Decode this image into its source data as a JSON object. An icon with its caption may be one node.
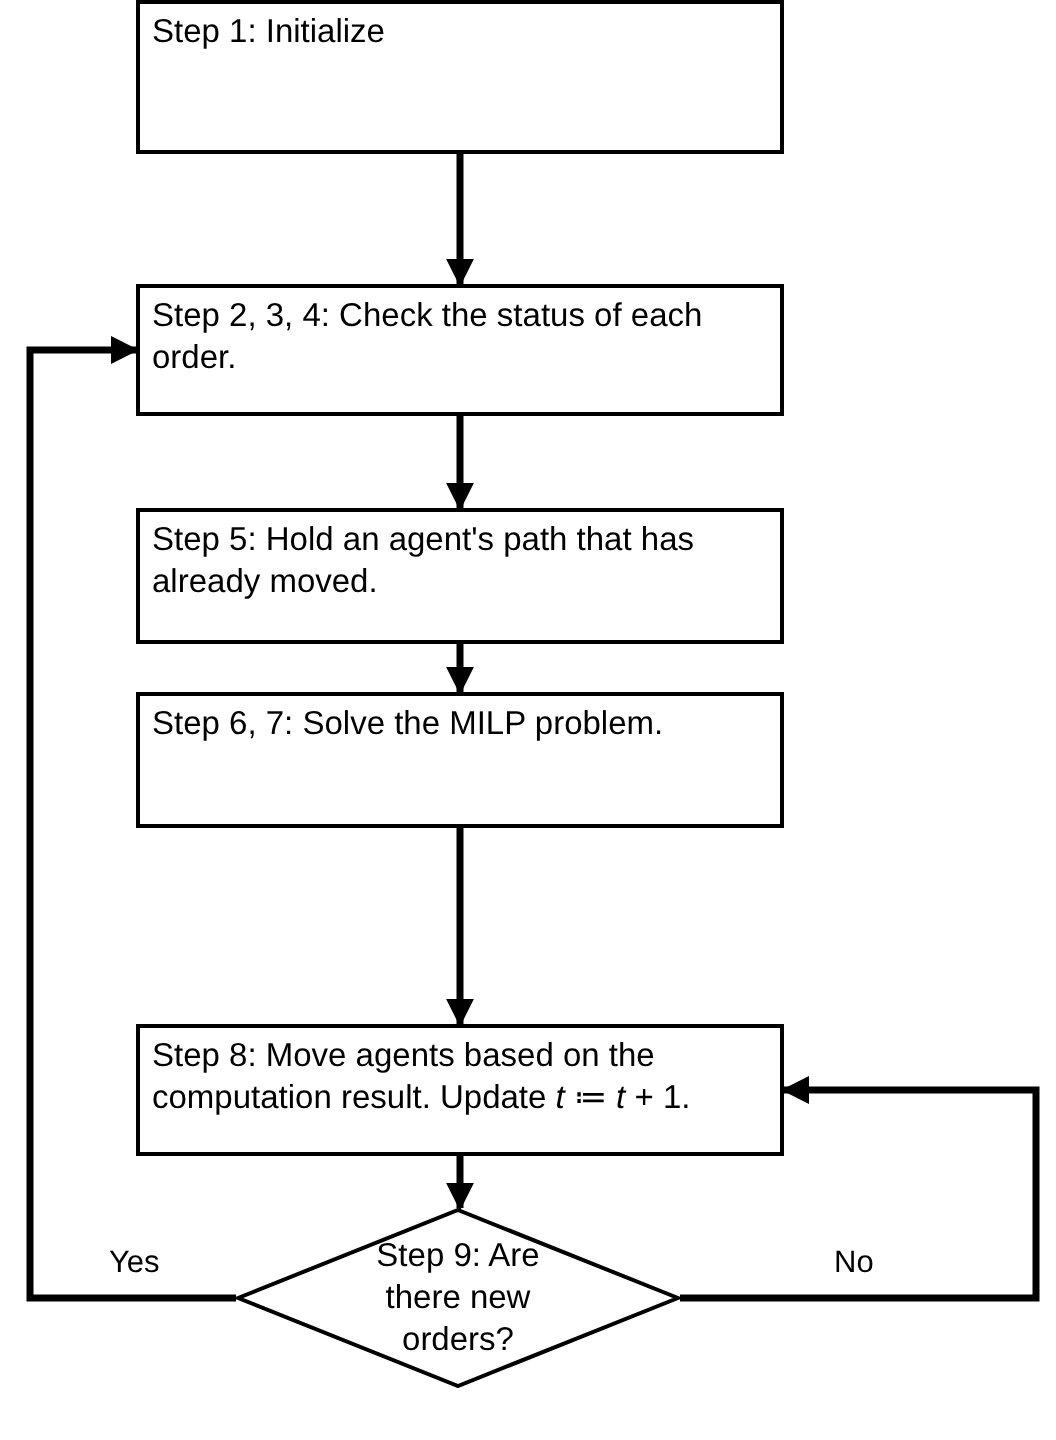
{
  "diagram": {
    "nodes": [
      {
        "text": [
          "Step 1: Initialize"
        ]
      },
      {
        "text": [
          "Step 2, 3, 4: Check the status of each order."
        ]
      },
      {
        "text": [
          "Step 5: Hold an agent's path that has already moved."
        ]
      },
      {
        "text": [
          "Step 6, 7: Solve the MILP problem."
        ]
      },
      {
        "text": [
          "Step 8: Move agents based on the computation result. Update *t* ≔ *t* + 1."
        ]
      },
      {
        "text": [
          "Step 9: Are there new orders?"
        ]
      }
    ],
    "edges": [
      {
        "from": 0,
        "to": 1,
        "arrow": "to"
      },
      {
        "from": 1,
        "to": 2,
        "arrow": "to"
      },
      {
        "from": 2,
        "to": 3,
        "arrow": "to"
      },
      {
        "from": 3,
        "to": 4,
        "arrow": "to"
      },
      {
        "from": 4,
        "to": 5,
        "arrow": "to"
      },
      {
        "from": 5,
        "to": 1,
        "arrow": "to",
        "label": "Yes"
      },
      {
        "from": 5,
        "to": 4,
        "arrow": "to",
        "label": "No"
      }
    ]
  }
}
